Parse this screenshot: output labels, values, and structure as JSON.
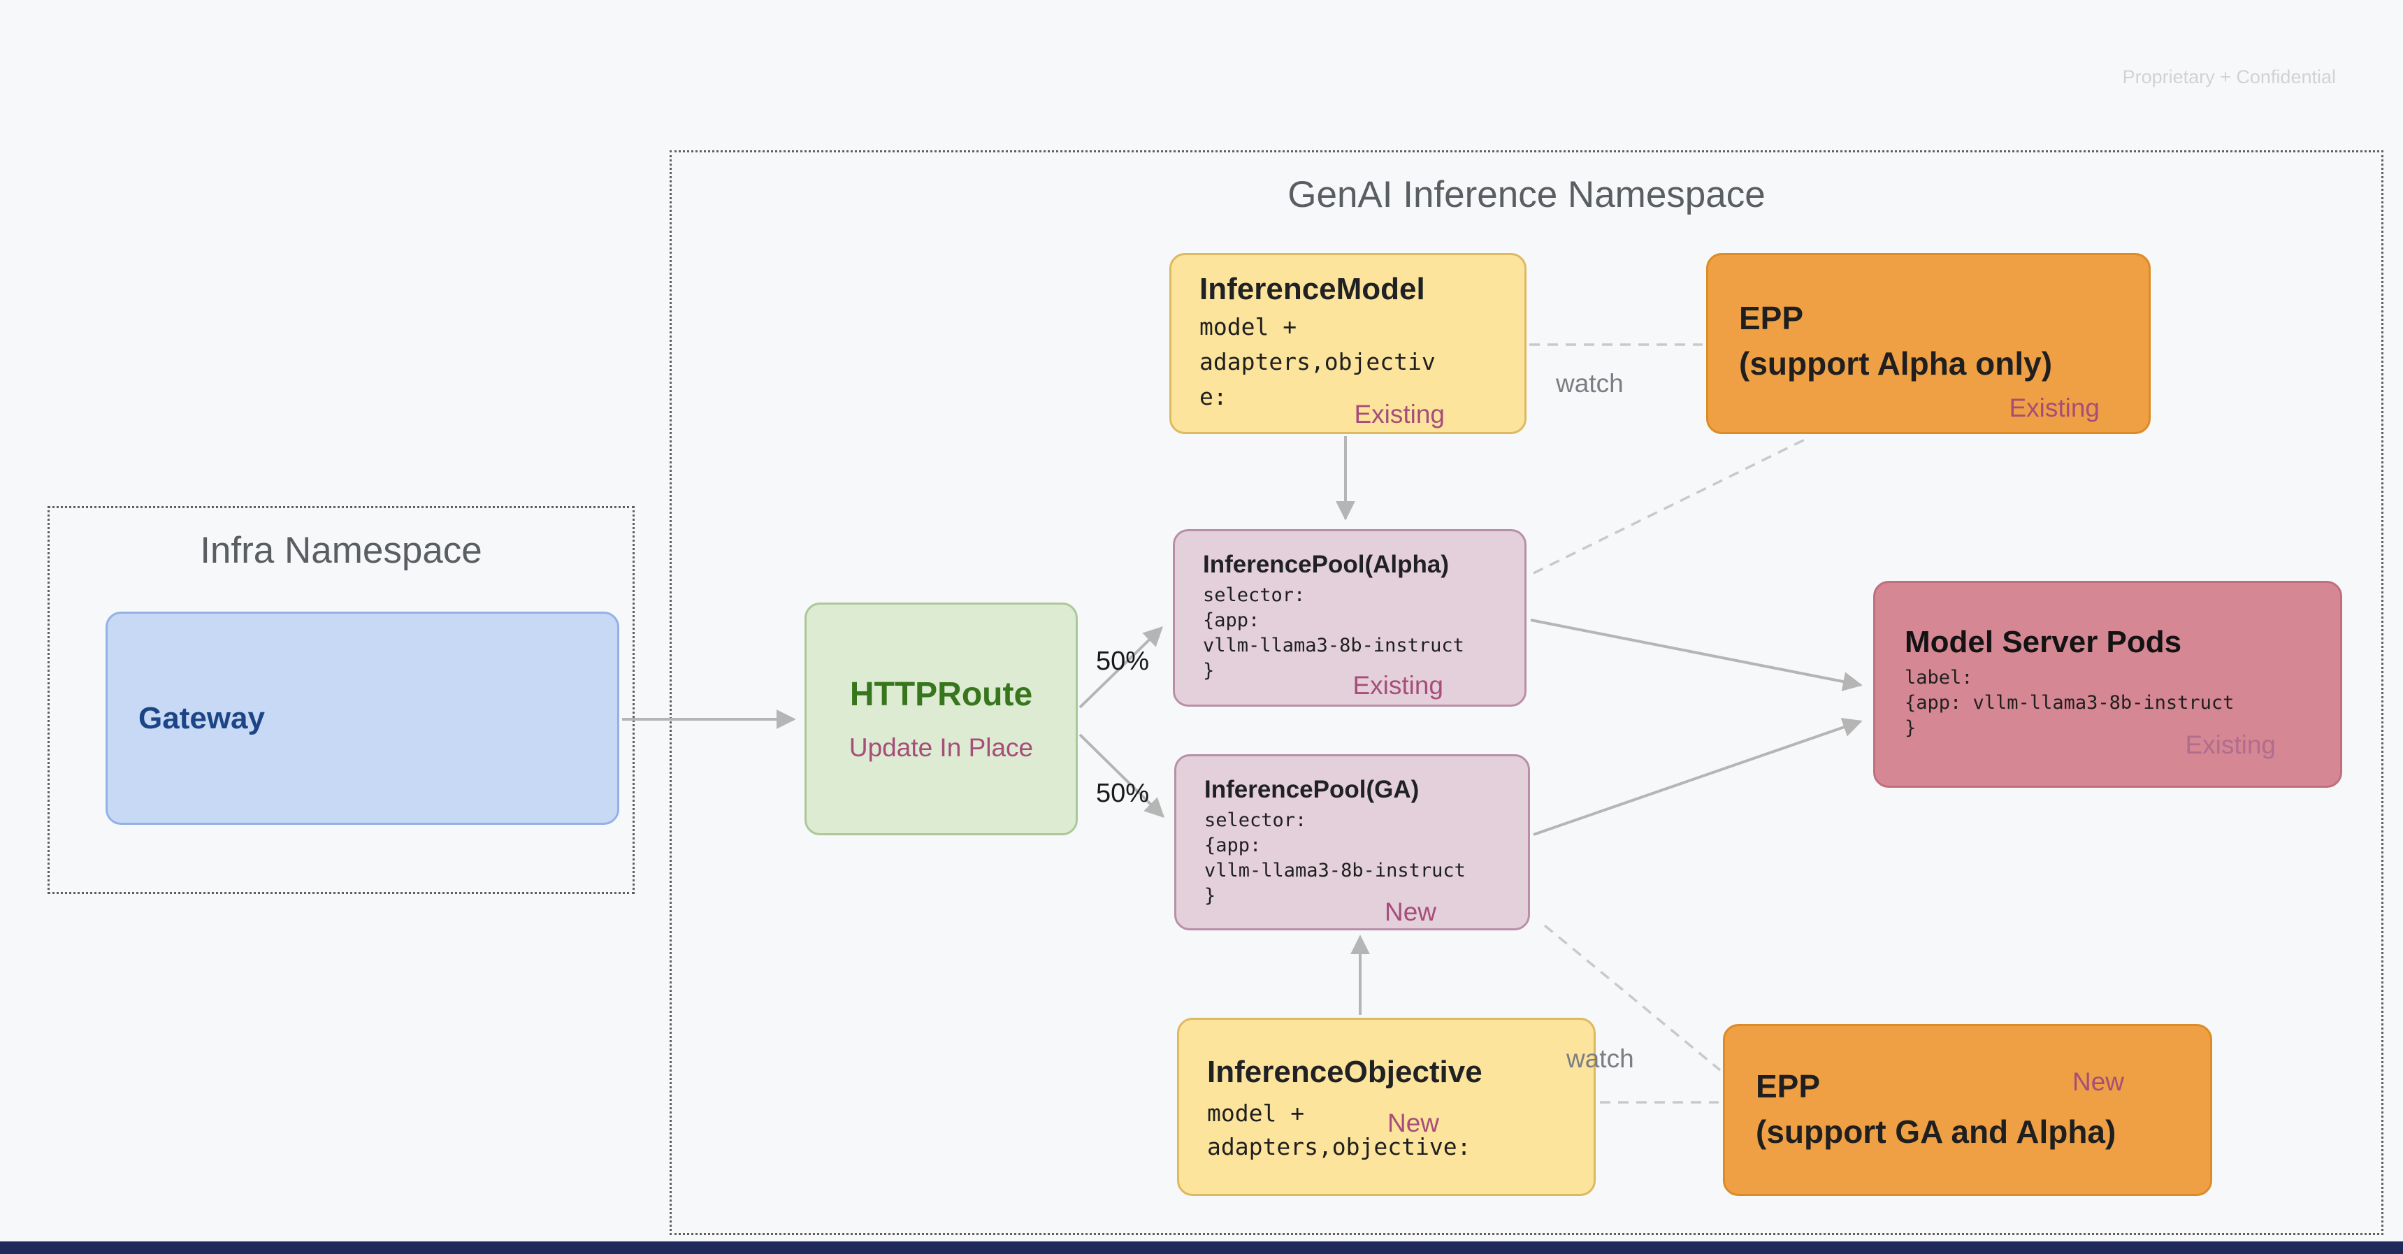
{
  "page": {
    "confidential": "Proprietary + Confidential"
  },
  "namespaces": {
    "genai": {
      "title": "GenAI Inference Namespace"
    },
    "infra": {
      "title": "Infra Namespace"
    }
  },
  "nodes": {
    "gateway": {
      "title": "Gateway"
    },
    "httproute": {
      "title": "HTTPRoute",
      "subtitle": "Update In Place"
    },
    "inference_model": {
      "title": "InferenceModel",
      "body": "model +\nadapters,objectiv\ne:",
      "status": "Existing"
    },
    "epp_alpha": {
      "title_line1": "EPP",
      "title_line2": "(support Alpha only)",
      "status": "Existing"
    },
    "pool_alpha": {
      "title": "InferencePool(Alpha)",
      "body": "selector:\n{app:\nvllm-llama3-8b-instruct\n}",
      "status": "Existing"
    },
    "pool_ga": {
      "title": "InferencePool(GA)",
      "body": "selector:\n{app:\nvllm-llama3-8b-instruct\n}",
      "status": "New"
    },
    "model_server_pods": {
      "title": "Model Server Pods",
      "body": "label:\n{app: vllm-llama3-8b-instruct\n}",
      "status": "Existing"
    },
    "inference_objective": {
      "title": "InferenceObjective",
      "body": "model +\nadapters,objective:",
      "status": "New"
    },
    "epp_ga": {
      "title_line1": "EPP",
      "title_line2": "(support GA and Alpha)",
      "status": "New"
    }
  },
  "edges": {
    "watch_top": "watch",
    "watch_bottom": "watch",
    "split_alpha": "50%",
    "split_ga": "50%"
  },
  "colors": {
    "status_text": "#a64d79",
    "yellow_card": "#fce49c",
    "pink_card": "#e4d0da",
    "rose_card": "#d68794",
    "orange_card": "#efa044",
    "green_card": "#dcebd2",
    "blue_card": "#c7d9f4",
    "arrow_gray": "#b5b5b5"
  }
}
